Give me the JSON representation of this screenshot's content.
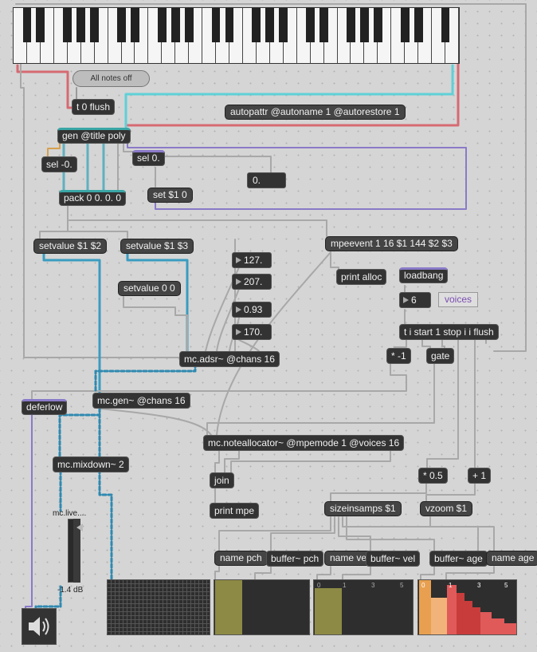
{
  "messages": {
    "all_notes_off": "All notes off",
    "autopattr": "autopattr @autoname 1 @autorestore 1",
    "set": "set $1 0",
    "setvalue_2": "setvalue $1 $2",
    "setvalue_3": "setvalue $1 $3",
    "setvalue_00": "setvalue 0 0",
    "mpeevent": "mpeevent 1 16 $1 144 $2 $3",
    "sizeinsamps": "sizeinsamps $1",
    "vzoom": "vzoom $1",
    "name_pch": "name pch",
    "name_vel": "name vel",
    "name_age": "name age"
  },
  "objects": {
    "t0flush": "t 0 flush",
    "gen": "gen @title poly",
    "sel_neg0": "sel -0.",
    "sel0": "sel 0.",
    "pack": "pack 0 0. 0. 0",
    "print_alloc": "print alloc",
    "loadbang": "loadbang",
    "trigger": "t i start 1 stop i i flush",
    "mul_neg1": "* -1",
    "gate": "gate",
    "adsr": "mc.adsr~ @chans 16",
    "deferlow": "deferlow",
    "mcgen": "mc.gen~ @chans 16",
    "allocator": "mc.noteallocator~ @mpemode 1 @voices 16",
    "mixdown": "mc.mixdown~ 2",
    "join": "join",
    "print_mpe": "print mpe",
    "mul05": "* 0.5",
    "plus1": "+ 1",
    "buf_pch": "buffer~ pch",
    "buf_vel": "buffer~ vel",
    "buf_age": "buffer~ age"
  },
  "numbers": {
    "float_out": "0.",
    "n127": "127.",
    "n207": "207.",
    "n093": "0.93",
    "n170": "170.",
    "voices_num": "6"
  },
  "comments": {
    "voices": "voices",
    "mclive": "mc.live....",
    "gain_db": "-1.4 dB"
  },
  "scope_ticks": {
    "vel": [
      "0",
      "1",
      "3",
      "5"
    ],
    "age": [
      "0",
      "1",
      "3",
      "5"
    ]
  },
  "colors": {
    "teal": "#3aa6a6",
    "purple": "#8a7ac8",
    "patch_red": "#d66a72",
    "mc_wire": "#2f89b0",
    "olive": "#8d8a45",
    "age_orange": "#e8a050",
    "age_red": "#e05a5a"
  }
}
